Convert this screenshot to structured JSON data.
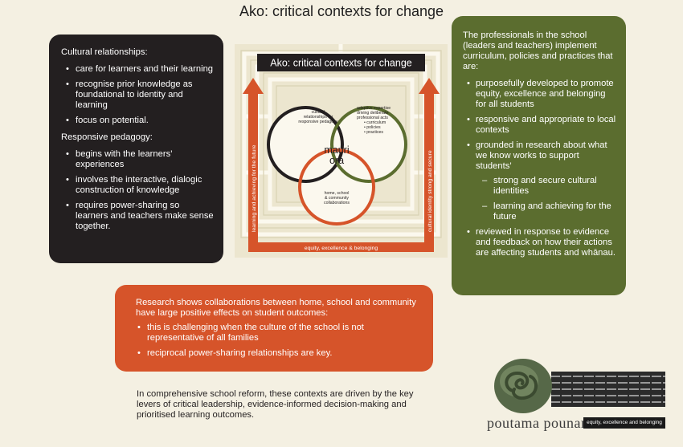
{
  "title": "Ako: critical contexts for change",
  "black_box": {
    "heading1": "Cultural relationships:",
    "list1": [
      "care for learners and their learning",
      "recognise prior knowledge as foundational to identity and learning",
      "focus on potential."
    ],
    "heading2": "Responsive pedagogy:",
    "list2": [
      "begins with the learners’ experiences",
      "involves the interactive, dialogic construction of knowledge",
      "requires power-sharing so learners and teachers make sense together."
    ]
  },
  "green_box": {
    "intro": "The professionals in the school (leaders and teachers) implement curriculum, policies and practices that are:",
    "items": [
      "purposefully developed to promote equity, excellence and belonging for all students",
      "responsive and appropriate to local contexts",
      "grounded in research about what we know works to support students’",
      "reviewed in response to evidence and feedback on how their actions are affecting students and whānau."
    ],
    "subitems": [
      "strong and secure cultural identities",
      "learning and achieving for the future"
    ]
  },
  "orange_box": {
    "intro": "Research shows collaborations between home, school and community have large positive effects on student outcomes:",
    "items": [
      "this is challenging when the culture of the school is not representative of all families",
      "reciprocal power-sharing relationships are key."
    ]
  },
  "footnote": "In comprehensive school reform, these contexts are driven by the key levers of critical leadership, evidence-informed decision-making and prioritised learning outcomes.",
  "diagram": {
    "banner": "Ako: critical contexts for change",
    "black_circle_label": [
      "cultural",
      "relationships for",
      "responsive pedagogy"
    ],
    "green_circle_label": [
      "adaptive expertise",
      "driving deliberate",
      "professional acts"
    ],
    "green_circle_bullets": [
      "• curriculum",
      "• policies",
      "• practices"
    ],
    "orange_circle_label": [
      "home, school",
      "& community",
      "collaborations"
    ],
    "center_label": [
      "mauri",
      "ora"
    ],
    "left_arrow": "learning and achieving for the future",
    "right_arrow": "cultural identity strong and secure",
    "bottom_arrow": "equity, excellence & belonging",
    "colors": {
      "black": "#231f20",
      "green": "#5b6d2f",
      "orange": "#d6542a",
      "background": "#ece6cf"
    }
  },
  "logo": {
    "name": "poutama pounamu",
    "tagline": "equity, excellence and belonging"
  }
}
